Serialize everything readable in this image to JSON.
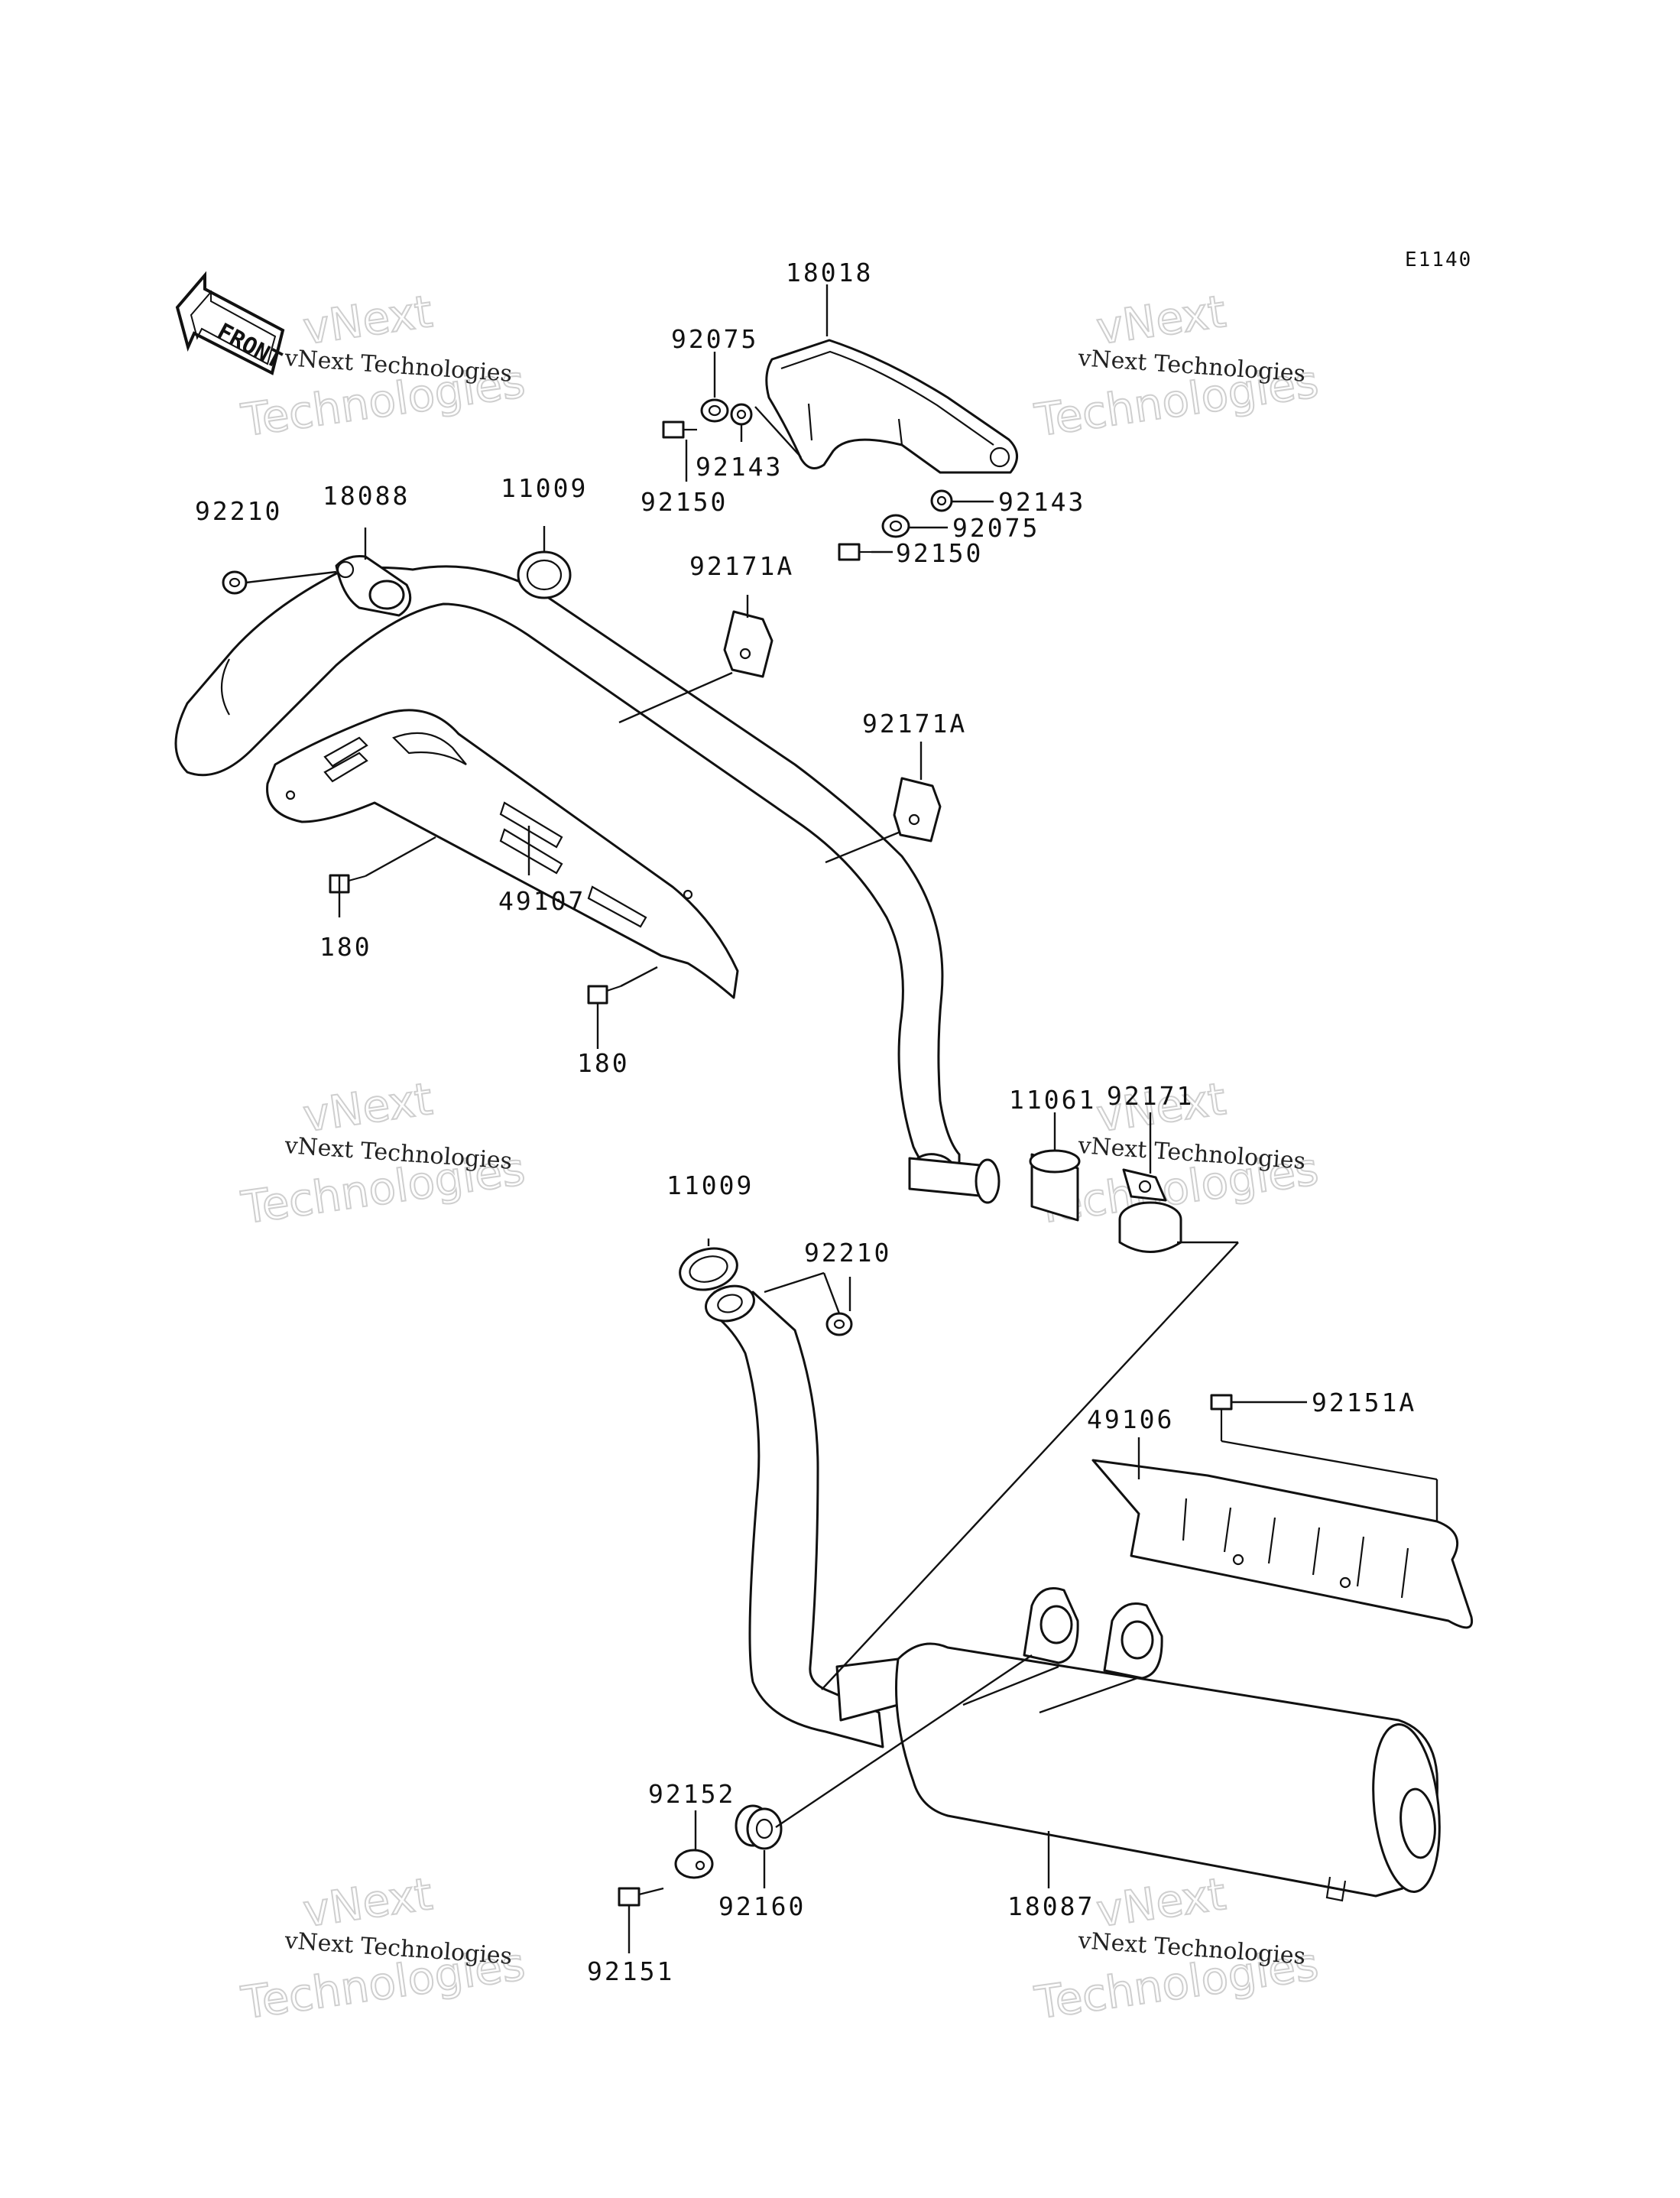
{
  "diagram_code": "E1140",
  "front_label": "FRONT",
  "watermark": {
    "line1": "vNext",
    "line2": "vNext Technologies",
    "line3": "Technologies"
  },
  "callouts": {
    "p18018": "18018",
    "p92075_top": "92075",
    "p92143_top": "92143",
    "p92150_top": "92150",
    "p92143_right": "92143",
    "p92075_right": "92075",
    "p92150_right": "92150",
    "p92210_left": "92210",
    "p18088": "18088",
    "p11009_top": "11009",
    "p92171A_upper": "92171A",
    "p92171A_lower": "92171A",
    "p180_left": "180",
    "p49107": "49107",
    "p180_bottom": "180",
    "p11061": "11061",
    "p92171": "92171",
    "p11009_mid": "11009",
    "p92210_mid": "92210",
    "p49106": "49106",
    "p92151A": "92151A",
    "p92152": "92152",
    "p92160": "92160",
    "p18087": "18087",
    "p92151": "92151"
  }
}
